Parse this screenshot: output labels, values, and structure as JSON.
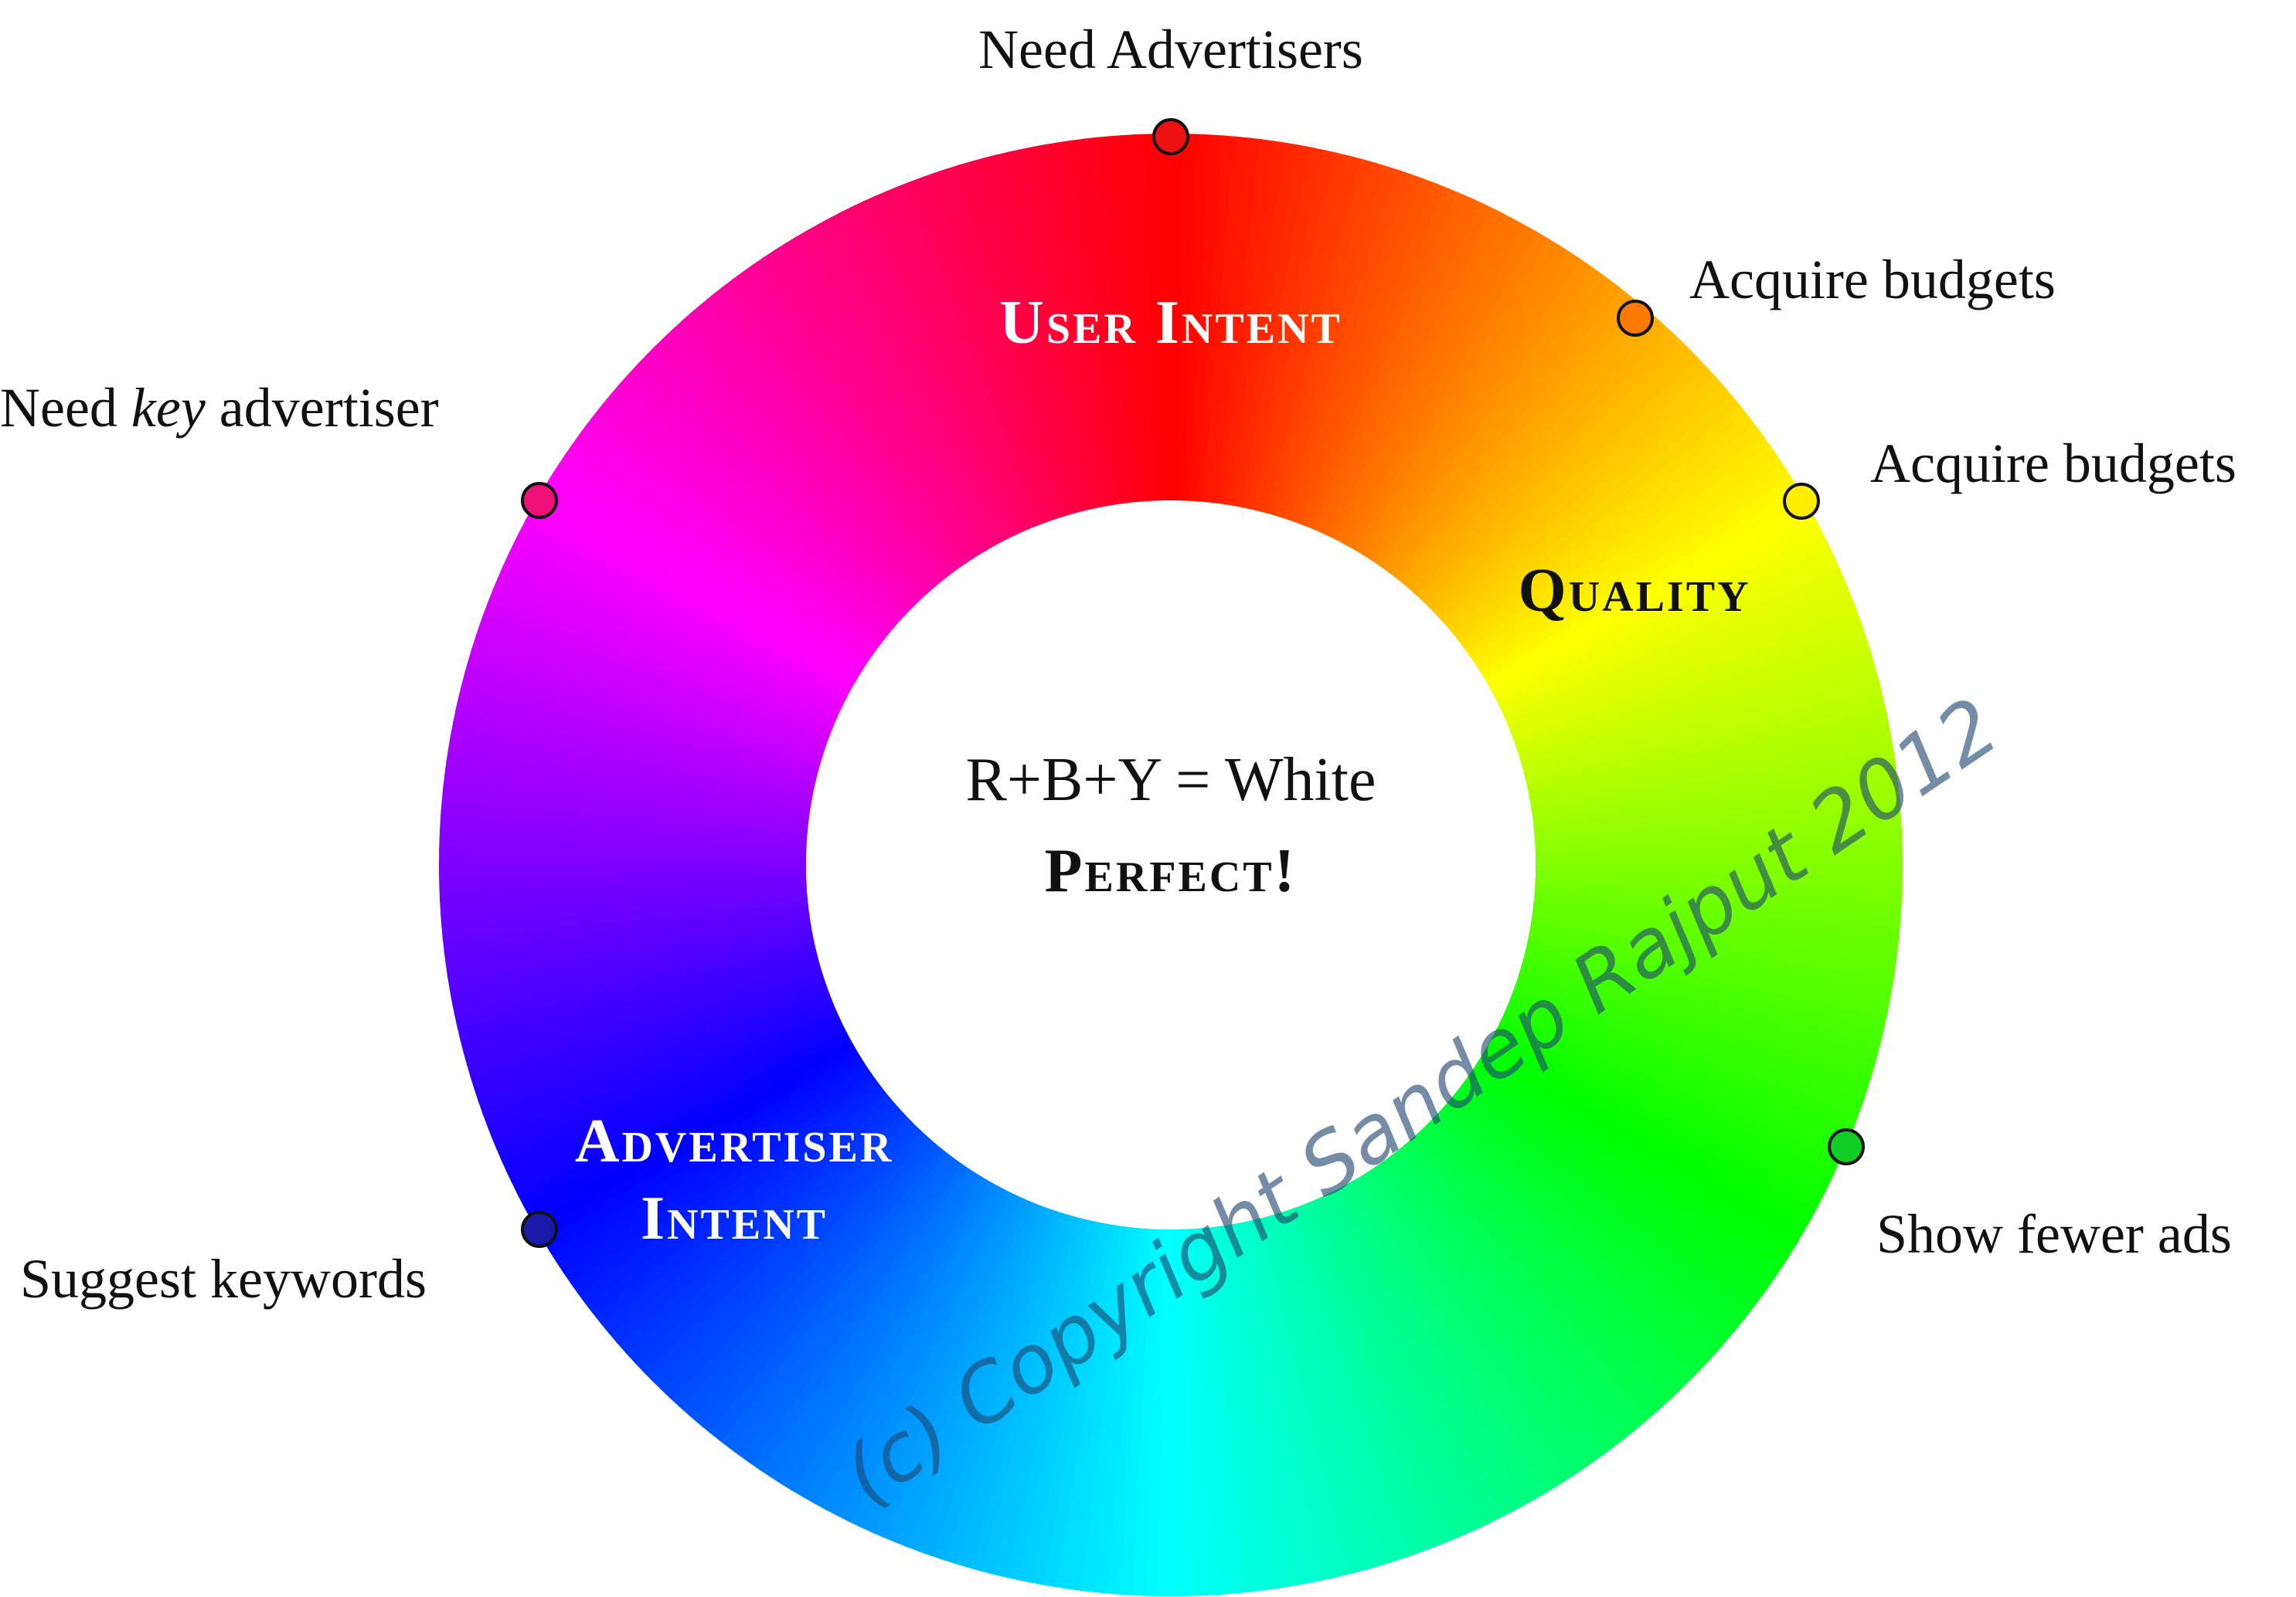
{
  "diagram": {
    "center": {
      "equation": "R+B+Y = White",
      "result": "Perfect!"
    },
    "sectors": [
      {
        "id": "user-intent",
        "label": "User Intent",
        "color": "#ffffff"
      },
      {
        "id": "quality",
        "label": "Quality",
        "color": "#111111"
      },
      {
        "id": "advertiser-intent",
        "label_line1": "Advertiser",
        "label_line2": "Intent",
        "color": "#ffffff"
      }
    ],
    "markers": [
      {
        "id": "need-advertisers",
        "label": "Need Advertisers",
        "color": "#ee1111"
      },
      {
        "id": "acquire-budgets-orange",
        "label": "Acquire budgets",
        "color": "#ff7a00"
      },
      {
        "id": "acquire-budgets-yellow",
        "label": "Acquire budgets",
        "color": "#ffee00"
      },
      {
        "id": "need-key-advertiser",
        "label_before": "Need ",
        "label_em": "key",
        "label_after": " advertiser",
        "color": "#ee1177"
      },
      {
        "id": "suggest-keywords",
        "label": "Suggest keywords",
        "color": "#1a1aaa"
      },
      {
        "id": "show-fewer-ads",
        "label": "Show fewer ads",
        "color": "#11cc22"
      }
    ],
    "watermark": "(c) Copyright Sandep Rajput 2012"
  }
}
